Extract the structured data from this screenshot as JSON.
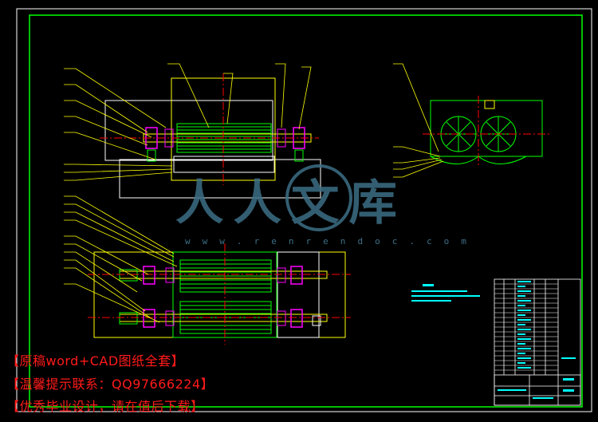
{
  "watermark": {
    "brand_text": "人人文库",
    "site_text": "w w w . r e n r e n d o c . c o m"
  },
  "promo_lines": [
    "【原稿word+CAD图纸全套】",
    "【温馨提示联系：QQ97666224】",
    "【优秀毕业设计，请在值后下载】"
  ],
  "colors": {
    "background": "#000000",
    "frame": "#00ff00",
    "outline": "#ffff00",
    "roller": "#00ff00",
    "centerline": "#ff0000",
    "bearing": "#ff00ff",
    "leader": "#ffff00",
    "table_text": "#00ffff",
    "promo_text": "#ff1a1a",
    "watermark": "#3c6f86"
  },
  "icons": {
    "watermark_logo": "circle-logo-icon"
  }
}
